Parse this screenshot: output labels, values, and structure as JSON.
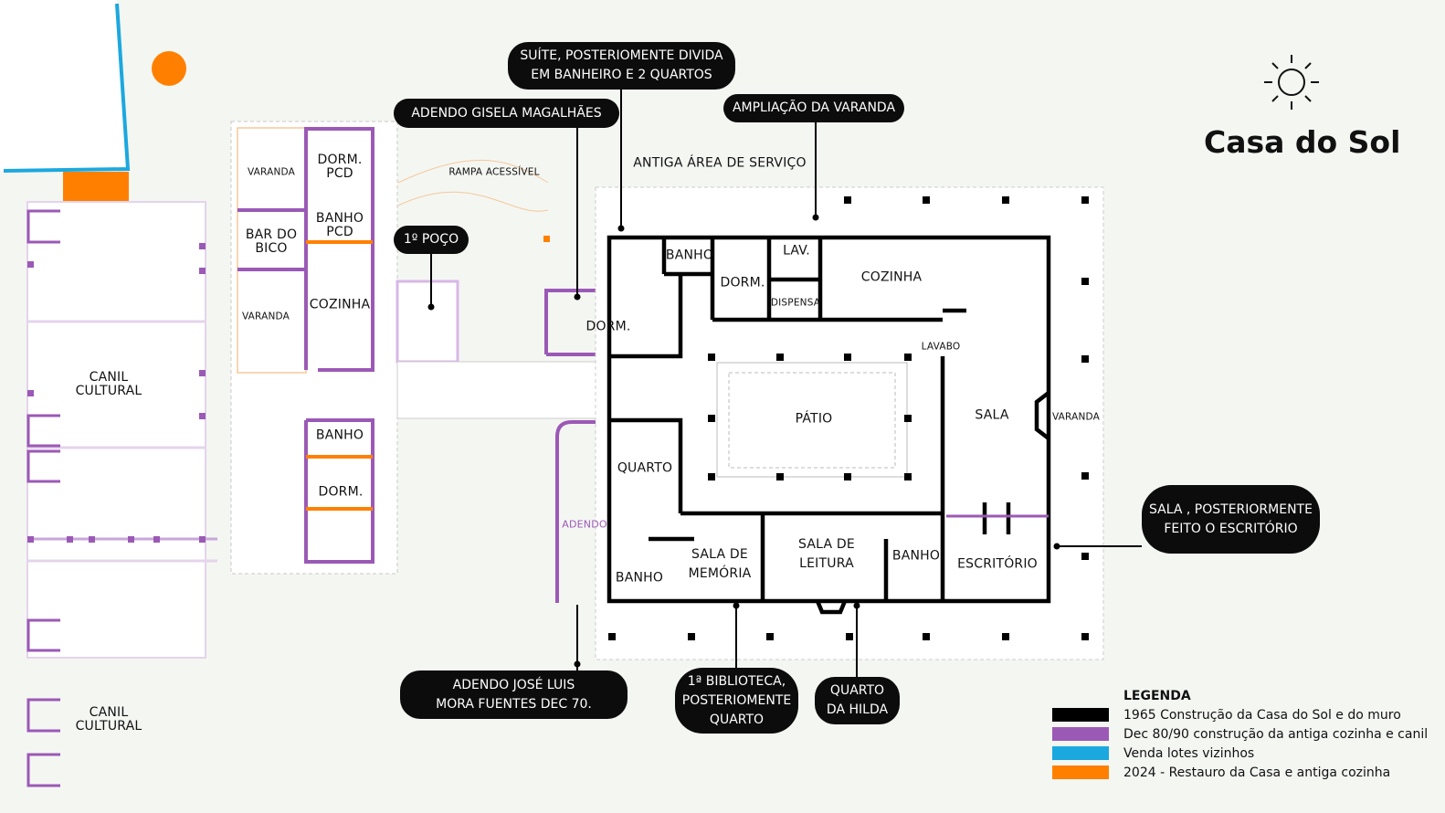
{
  "title": "Casa do Sol",
  "icons": {
    "sun": "sun-icon"
  },
  "colors": {
    "construction_1965": "#000000",
    "dec_80_90": "#9b59b6",
    "lot_sale": "#1ba8df",
    "restoration_2024": "#ff8000",
    "background": "#f4f6f2"
  },
  "legend": {
    "heading": "LEGENDA",
    "items": [
      {
        "label": "1965 Construção da Casa do Sol e do muro",
        "color": "#000000"
      },
      {
        "label": "Dec 80/90 construção da antiga cozinha e canil",
        "color": "#9b59b6"
      },
      {
        "label": "Venda lotes vizinhos",
        "color": "#1ba8df"
      },
      {
        "label": "2024 - Restauro da Casa e antiga cozinha",
        "color": "#ff8000"
      }
    ]
  },
  "callouts": {
    "suite": [
      "SUÍTE, POSTERIOMENTE DIVIDA",
      "EM BANHEIRO E 2 QUARTOS"
    ],
    "gisela": "ADENDO GISELA MAGALHÃES",
    "varanda": "AMPLIAÇÃO DA VARANDA",
    "poco": "1º POÇO",
    "sala": [
      "SALA , POSTERIORMENTE",
      "FEITO O ESCRITÓRIO"
    ],
    "jose": [
      "ADENDO JOSÉ LUIS",
      "MORA FUENTES DEC 70."
    ],
    "biblioteca": [
      "1ª BIBLIOTECA,",
      "POSTERIOMENTE",
      "QUARTO"
    ],
    "hilda": [
      "QUARTO",
      "DA HILDA"
    ]
  },
  "rooms": {
    "varanda_top": "VARANDA",
    "dorm_pcd": [
      "DORM.",
      "PCD"
    ],
    "rampa": "RAMPA ACESSÍVEL",
    "bar": [
      "BAR DO",
      "BICO"
    ],
    "banho_pcd": [
      "BANHO",
      "PCD"
    ],
    "varanda_left": "VARANDA",
    "cozinha_annex": "COZINHA",
    "banho_annex": "BANHO",
    "dorm_annex": "DORM.",
    "canil1": [
      "CANIL",
      "CULTURAL"
    ],
    "canil2": [
      "CANIL",
      "CULTURAL"
    ],
    "servico": "ANTIGA ÁREA DE SERVIÇO",
    "banho_top": "BANHO",
    "dorm_top": "DORM.",
    "lav": "LAV.",
    "dispensa": "DISPENSA",
    "cozinha": "COZINHA",
    "dorm_left": "DORM.",
    "lavabo": "LAVABO",
    "patio": "PÁTIO",
    "sala": "SALA",
    "varanda_right": "VARANDA",
    "quarto": "QUARTO",
    "adendo": "ADENDO",
    "banho_bl": "BANHO",
    "sala_memoria": [
      "SALA DE",
      "MEMÓRIA"
    ],
    "sala_leitura": [
      "SALA DE",
      "LEITURA"
    ],
    "banho_br": "BANHO",
    "escritorio": "ESCRITÓRIO"
  }
}
